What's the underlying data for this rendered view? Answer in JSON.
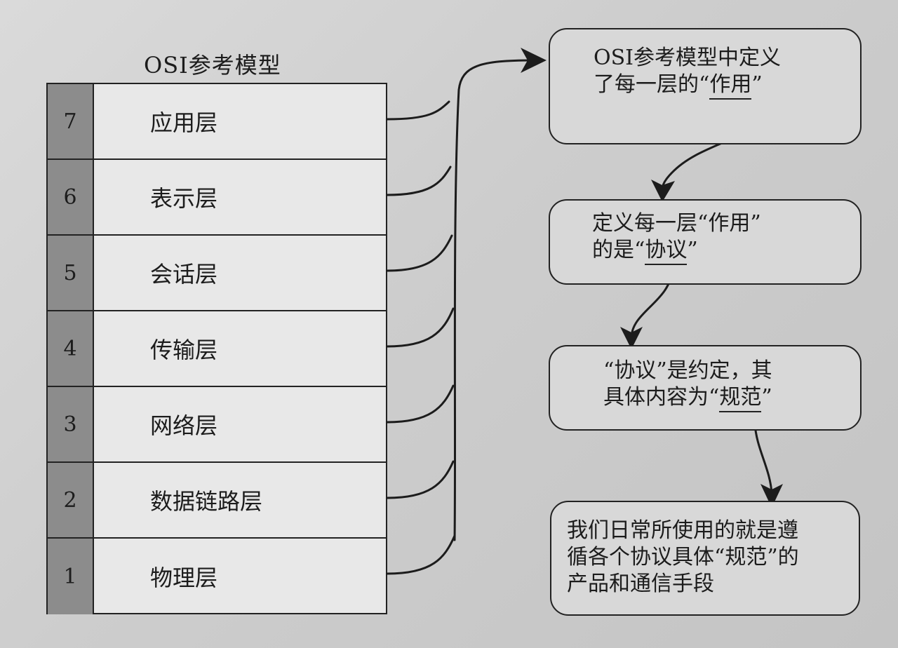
{
  "diagram": {
    "model_title": "OSI参考模型",
    "layers": [
      {
        "number": "7",
        "name": "应用层"
      },
      {
        "number": "6",
        "name": "表示层"
      },
      {
        "number": "5",
        "name": "会话层"
      },
      {
        "number": "4",
        "name": "传输层"
      },
      {
        "number": "3",
        "name": "网络层"
      },
      {
        "number": "2",
        "name": "数据链路层"
      },
      {
        "number": "1",
        "name": "物理层"
      }
    ],
    "notes": [
      {
        "lines": [
          {
            "pre": "OSI参考模型中定义",
            "key": "",
            "post": ""
          },
          {
            "pre": "了每一层的“",
            "key": "作用",
            "post": "”"
          }
        ]
      },
      {
        "lines": [
          {
            "pre": "定义每一层“作用”",
            "key": "",
            "post": ""
          },
          {
            "pre": "的是“",
            "key": "协议",
            "post": "”"
          }
        ]
      },
      {
        "lines": [
          {
            "pre": "“协议”是约定，其",
            "key": "",
            "post": ""
          },
          {
            "pre": "具体内容为“",
            "key": "规范",
            "post": "”"
          }
        ]
      },
      {
        "lines": [
          {
            "pre": "我们日常所使用的就是遵",
            "key": "",
            "post": ""
          },
          {
            "pre": "循各个协议具体“规范”的",
            "key": "",
            "post": ""
          },
          {
            "pre": "产品和通信手段",
            "key": "",
            "post": ""
          }
        ]
      }
    ]
  }
}
